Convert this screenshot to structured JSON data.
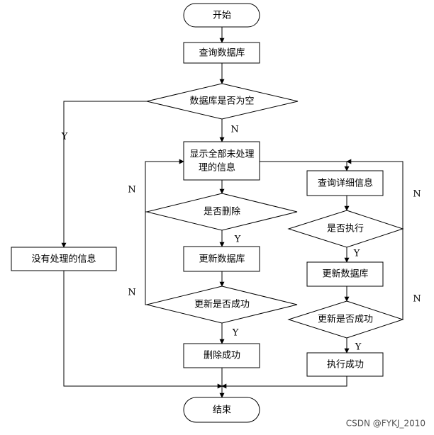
{
  "nodes": {
    "start": "开始",
    "query_db": "查询数据库",
    "db_empty_q": "数据库是否为空",
    "show_all_1": "显示全部未处理",
    "show_all_2": "理的信息",
    "no_info": "没有处理的信息",
    "delete_q": "是否删除",
    "update_db_1": "更新数据库",
    "success_q_1": "更新是否成功",
    "delete_ok": "删除成功",
    "query_detail": "查询详细信息",
    "exec_q": "是否执行",
    "update_db_2": "更新数据库",
    "success_q_2": "更新是否成功",
    "exec_ok": "执行成功",
    "end": "结束"
  },
  "labels": {
    "yes": "Y",
    "no": "N"
  },
  "watermark": "CSDN @FYKJ_2010"
}
